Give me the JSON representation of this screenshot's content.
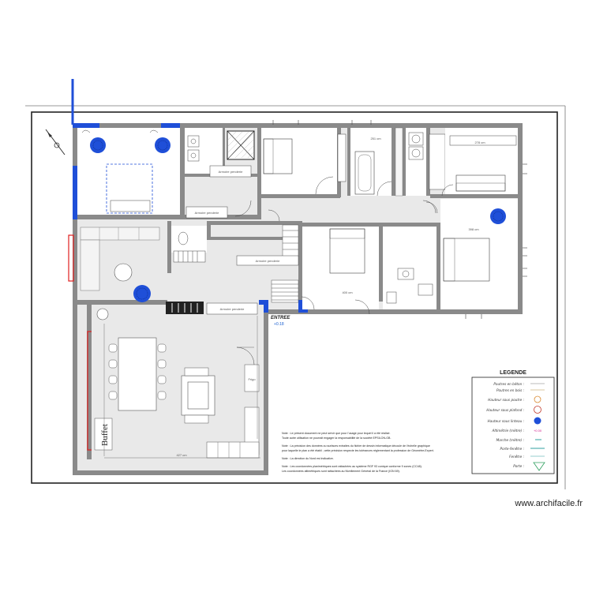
{
  "plan": {
    "entry_label": "ENTREE",
    "entry_elevation": "+0.18",
    "buffet_label": "Buffet",
    "watermark": "www.archifacile.fr",
    "furniture_labels": [
      "Armoire penderie",
      "Armoire penderie",
      "Armoire penderie",
      "Armoire penderie"
    ],
    "dimension_labels": [
      "400 cm",
      "251 cm",
      "278 cm",
      "427 cm",
      "398 cm"
    ],
    "notes": [
      "Note : Le présent document ne peut servir que pour l'usage pour lequel il a été réalisé.",
      "Toute autre utilisation ne pourrait engager la responsabilité de la société EPSILON-GB.",
      "Note : La précision des données ou surfaces extraites du fichier de dessin informatique découle de l'échelle graphique",
      "pour laquelle le plan a été établi ; cette précision respecte les tolérances réglementant la profession de Géomètre-Expert.",
      "Note : La direction du Nord est indicative.",
      "Note : Les coordonnées planimétriques sont rattachées au système RGF 93 conique conforme 9 zones (CC48).",
      "Les coordonnées altimétriques sont rattachées au Nivellement Général de la France (IGN 69)."
    ]
  },
  "legend": {
    "title": "LEGENDE",
    "items": [
      {
        "label": "Poutres en béton :"
      },
      {
        "label": "Poutres en bois :"
      },
      {
        "label": "Hauteur sous poutre :"
      },
      {
        "label": "Hauteur sous plafond :"
      },
      {
        "label": "Hauteur sous linteau :"
      },
      {
        "label": "Altimétrie (mètre) :"
      },
      {
        "label": "Marche (mètre) :"
      },
      {
        "label": "Porte-fenêtre :"
      },
      {
        "label": "Fenêtre :"
      },
      {
        "label": "Porte :"
      }
    ]
  },
  "colors": {
    "wall": "#8a8a8a",
    "floor": "#e9e9e9",
    "blue": "#1f4fd8",
    "red": "#e02020",
    "frame": "#222222"
  }
}
